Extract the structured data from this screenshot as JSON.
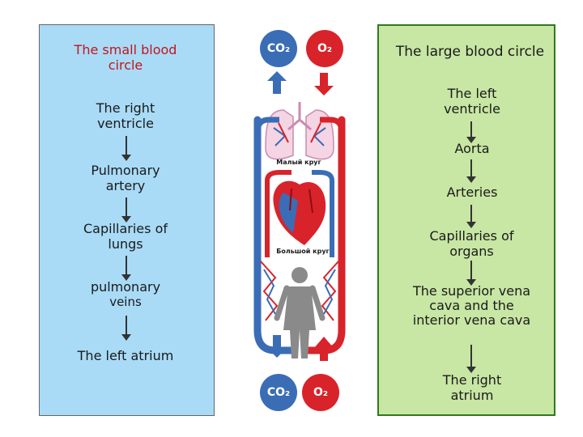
{
  "left": {
    "title": "The small blood circle",
    "items": [
      "The right ventricle",
      "Pulmonary artery",
      "Capillaries of lungs",
      "pulmonary",
      "veins",
      "The left atrium"
    ]
  },
  "right": {
    "title": "The large blood circle",
    "items": [
      "The left ventricle",
      "Aorta",
      "Arteries",
      "Capillaries of organs",
      "The superior vena cava and the interior vena cava",
      "The right atrium"
    ]
  },
  "center": {
    "co2_top": "CO₂",
    "o2_top": "O₂",
    "co2_bottom": "CO₂",
    "o2_bottom": "O₂",
    "small_circle_label": "Малый круг",
    "large_circle_label": "Большой круг"
  },
  "colors": {
    "left_panel": "#a9dbf7",
    "right_panel": "#c8e6a4",
    "arterial": "#d8232a",
    "venous": "#3a6db5"
  }
}
